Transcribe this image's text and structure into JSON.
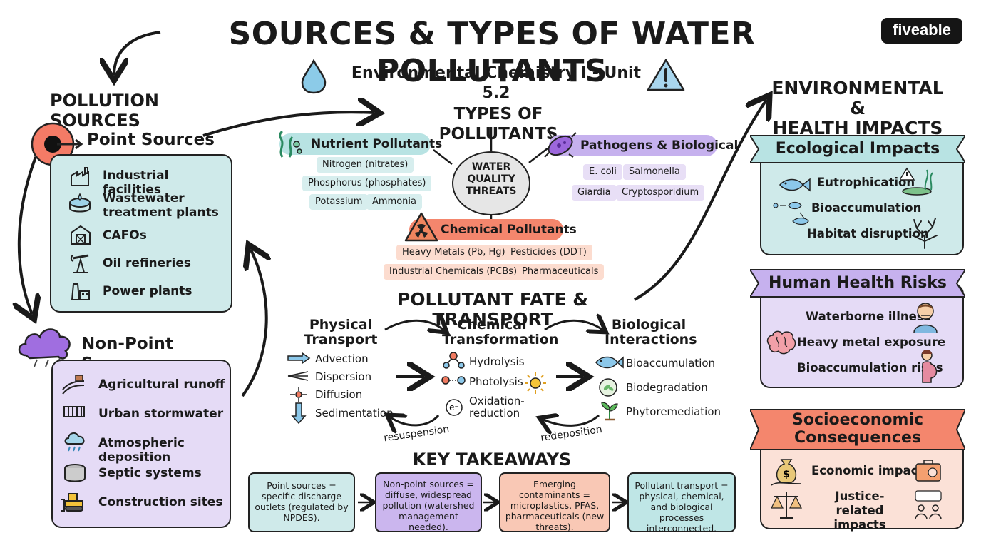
{
  "header": {
    "title": "SOURCES & TYPES OF WATER POLLUTANTS",
    "subtitle": "Environmental Chemistry I - Unit 5.2",
    "logo": "fiveable"
  },
  "pollution_sources": {
    "title": "POLLUTION SOURCES",
    "point": {
      "title": "Point Sources",
      "items": [
        "Industrial facilities",
        "Wastewater treatment plants",
        "CAFOs",
        "Oil refineries",
        "Power plants"
      ]
    },
    "nonpoint": {
      "title": "Non-Point Sources",
      "items": [
        "Agricultural runoff",
        "Urban stormwater",
        "Atmospheric deposition",
        "Septic systems",
        "Construction sites"
      ]
    }
  },
  "types": {
    "title": "TYPES OF POLLUTANTS",
    "center": [
      "WATER",
      "QUALITY",
      "THREATS"
    ],
    "nutrient": {
      "title": "Nutrient Pollutants",
      "tags": [
        "Nitrogen (nitrates)",
        "Phosphorus (phosphates)",
        "Potassium",
        "Ammonia"
      ]
    },
    "pathogens": {
      "title": "Pathogens & Biological",
      "tags": [
        "E. coli",
        "Salmonella",
        "Giardia",
        "Cryptosporidium"
      ]
    },
    "chemical": {
      "title": "Chemical Pollutants",
      "tags": [
        "Heavy Metals (Pb, Hg)",
        "Pesticides (DDT)",
        "Industrial Chemicals (PCBs)",
        "Pharmaceuticals"
      ]
    }
  },
  "fate": {
    "title": "POLLUTANT FATE & TRANSPORT",
    "physical": {
      "title": "Physical Transport",
      "items": [
        "Advection",
        "Dispersion",
        "Diffusion",
        "Sedimentation"
      ]
    },
    "chemical": {
      "title": "Chemical Transformation",
      "items": [
        "Hydrolysis",
        "Photolysis",
        "Oxidation-reduction"
      ]
    },
    "biological": {
      "title": "Biological Interactions",
      "items": [
        "Bioaccumulation",
        "Biodegradation",
        "Phytoremediation"
      ]
    },
    "resuspension": "resuspension",
    "redeposition": "redeposition",
    "electron_symbol": "e⁻"
  },
  "takeaways": {
    "title": "KEY TAKEAWAYS",
    "items": [
      "Point sources = specific discharge outlets (regulated by NPDES).",
      "Non-point sources = diffuse, widespread pollution (watershed management needed).",
      "Emerging contaminants = microplastics, PFAS, pharmaceuticals (new threats).",
      "Pollutant transport = physical, chemical, and biological processes interconnected."
    ]
  },
  "impacts": {
    "title_line1": "ENVIRONMENTAL &",
    "title_line2": "HEALTH IMPACTS",
    "ecological": {
      "title": "Ecological Impacts",
      "items": [
        "Eutrophication",
        "Bioaccumulation",
        "Habitat disruption"
      ]
    },
    "health": {
      "title": "Human Health Risks",
      "items": [
        "Waterborne illness",
        "Heavy metal exposure",
        "Bioaccumulation risks"
      ]
    },
    "socio": {
      "title_line1": "Socioeconomic",
      "title_line2": "Consequences",
      "items": [
        "Economic impacts",
        "Justice-related impacts"
      ]
    }
  },
  "colors": {
    "teal": "#cfeaea",
    "purple": "#e5dbf6",
    "coral": "#fbe1d7",
    "coral_ribbon": "#f4866d",
    "purple_ribbon": "#c6b1ee",
    "teal_ribbon": "#b8e3e3"
  }
}
